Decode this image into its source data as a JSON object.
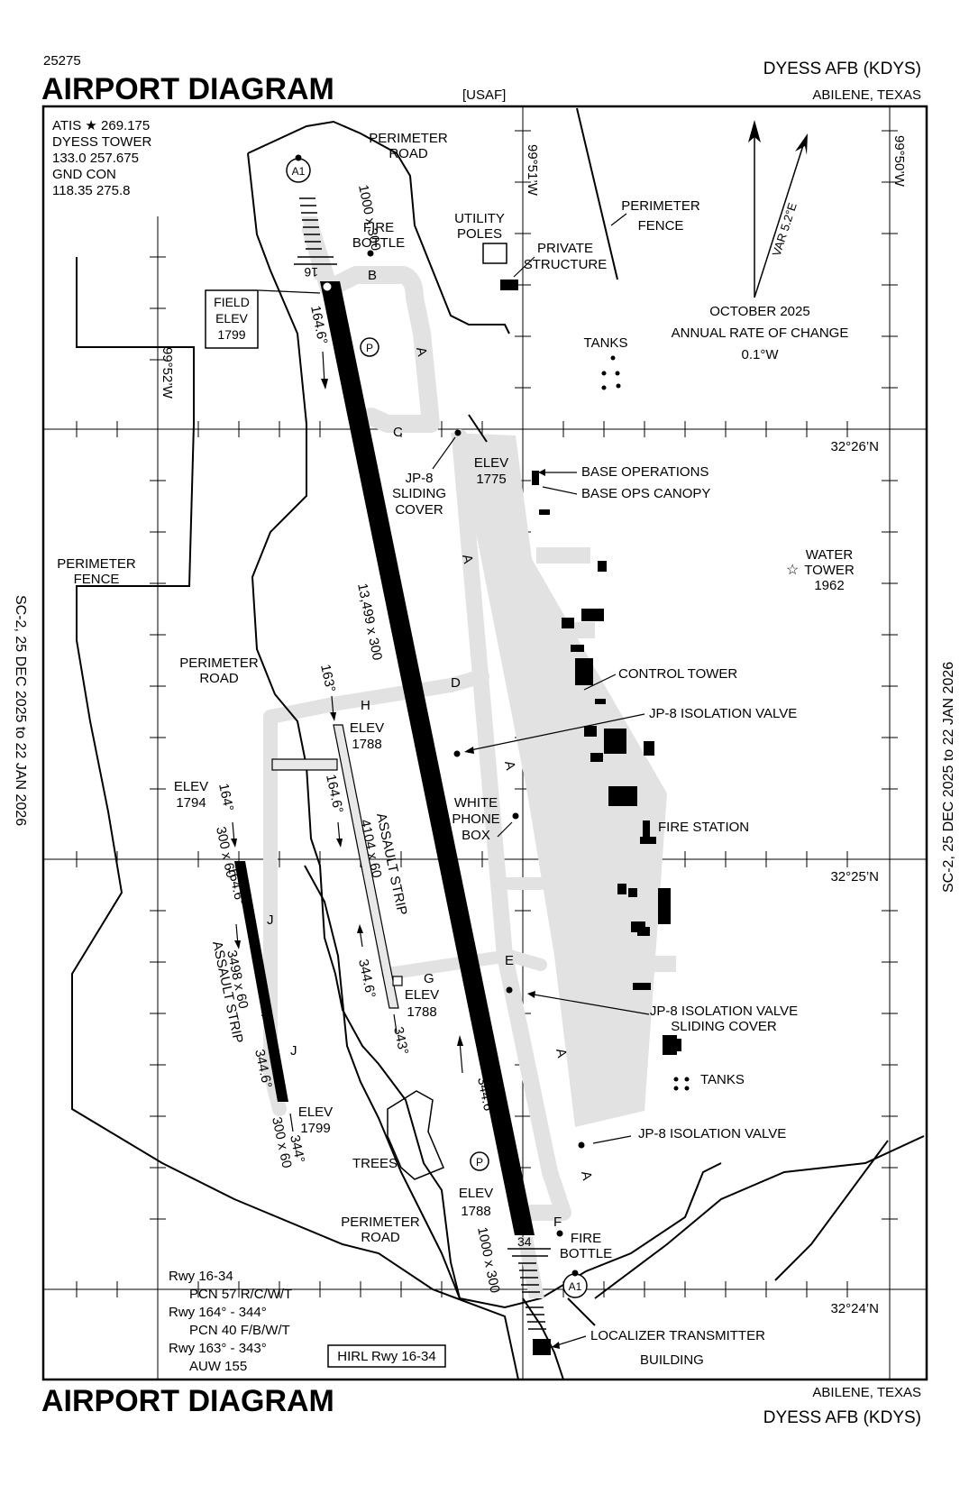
{
  "header": {
    "chart_number": "25275",
    "title": "AIRPORT DIAGRAM",
    "agency": "[USAF]",
    "airport": "DYESS AFB (KDYS)",
    "location": "ABILENE, TEXAS"
  },
  "footer": {
    "title": "AIRPORT DIAGRAM",
    "location": "ABILENE, TEXAS",
    "airport": "DYESS AFB (KDYS)"
  },
  "validity": {
    "left": "SC-2, 25 DEC 2025 to 22 JAN 2026",
    "right": "SC-2, 25 DEC 2025 to 22 JAN 2026"
  },
  "frequencies": [
    "ATIS ★ 269.175",
    "DYESS TOWER",
    "133.0  257.675",
    "GND CON",
    "118.35  275.8"
  ],
  "field_elev": [
    "FIELD",
    "ELEV",
    "1799"
  ],
  "coordinates": {
    "lon_top1": "99°51’W",
    "lon_top2": "99°50’W",
    "lon_left": "99°52’W",
    "lat1": "32°26’N",
    "lat2": "32°25’N",
    "lat3": "32°24’N"
  },
  "magnetic": {
    "var": "VAR 5.2°E",
    "date": "OCTOBER 2025",
    "rate_label": "ANNUAL RATE OF CHANGE",
    "rate": "0.1°W"
  },
  "runways": {
    "main": {
      "dims": "13,499 x 300",
      "end_north": "16",
      "end_south": "34",
      "hdg_north": "164.6°",
      "hdg_south": "344.6°",
      "overrun_north": "1000 x 300",
      "overrun_south": "1000 x 300",
      "elev_north": "ELEV 1775",
      "elev_south": "ELEV 1788"
    },
    "assault_east": {
      "name": "ASSAULT STRIP",
      "dims": "4104 x 60",
      "hdg1": "163°",
      "hdg2": "164.6°",
      "hdg3": "344.6°",
      "hdg4": "343°",
      "elev_north": "ELEV 1788",
      "elev_south": "ELEV 1788"
    },
    "assault_west": {
      "name": "ASSAULT STRIP",
      "dims": "3498 x 60",
      "hdg1": "164°",
      "hdg2": "164.6°",
      "hdg3": "344.6°",
      "hdg4": "344°",
      "ovr_north": "300 x 60",
      "ovr_south": "300 x 60",
      "elev_north": "ELEV 1794",
      "elev_south": "ELEV 1799"
    }
  },
  "taxiways": [
    "A",
    "B",
    "C",
    "D",
    "E",
    "F",
    "G",
    "H",
    "J"
  ],
  "labels": {
    "perimeter_road": "PERIMETER ROAD",
    "perimeter_fence": "PERIMETER FENCE",
    "fire_bottle": "FIRE BOTTLE",
    "utility_poles": "UTILITY POLES",
    "private_structure": "PRIVATE STRUCTURE",
    "tanks": "TANKS",
    "jp8_sliding": "JP-8 SLIDING COVER",
    "base_ops": "BASE OPERATIONS",
    "base_ops_canopy": "BASE OPS CANOPY",
    "water_tower": "WATER TOWER",
    "water_tower_elev": "1962",
    "control_tower": "CONTROL TOWER",
    "jp8_valve": "JP-8 ISOLATION VALVE",
    "white_phone": "WHITE PHONE BOX",
    "fire_station": "FIRE STATION",
    "jp8_valve_cover": "JP-8 ISOLATION VALVE SLIDING COVER",
    "trees": "TREES",
    "localizer": "LOCALIZER TRANSMITTER",
    "building": "BUILDING",
    "parking": "P",
    "arrest": "A1"
  },
  "runway_info": [
    "Rwy 16-34",
    "PCN  57 R/C/W/T",
    "Rwy 164° - 344°",
    "PCN 40 F/B/W/T",
    "Rwy  163° - 343°",
    "AUW 155"
  ],
  "lighting": "HIRL Rwy 16-34"
}
